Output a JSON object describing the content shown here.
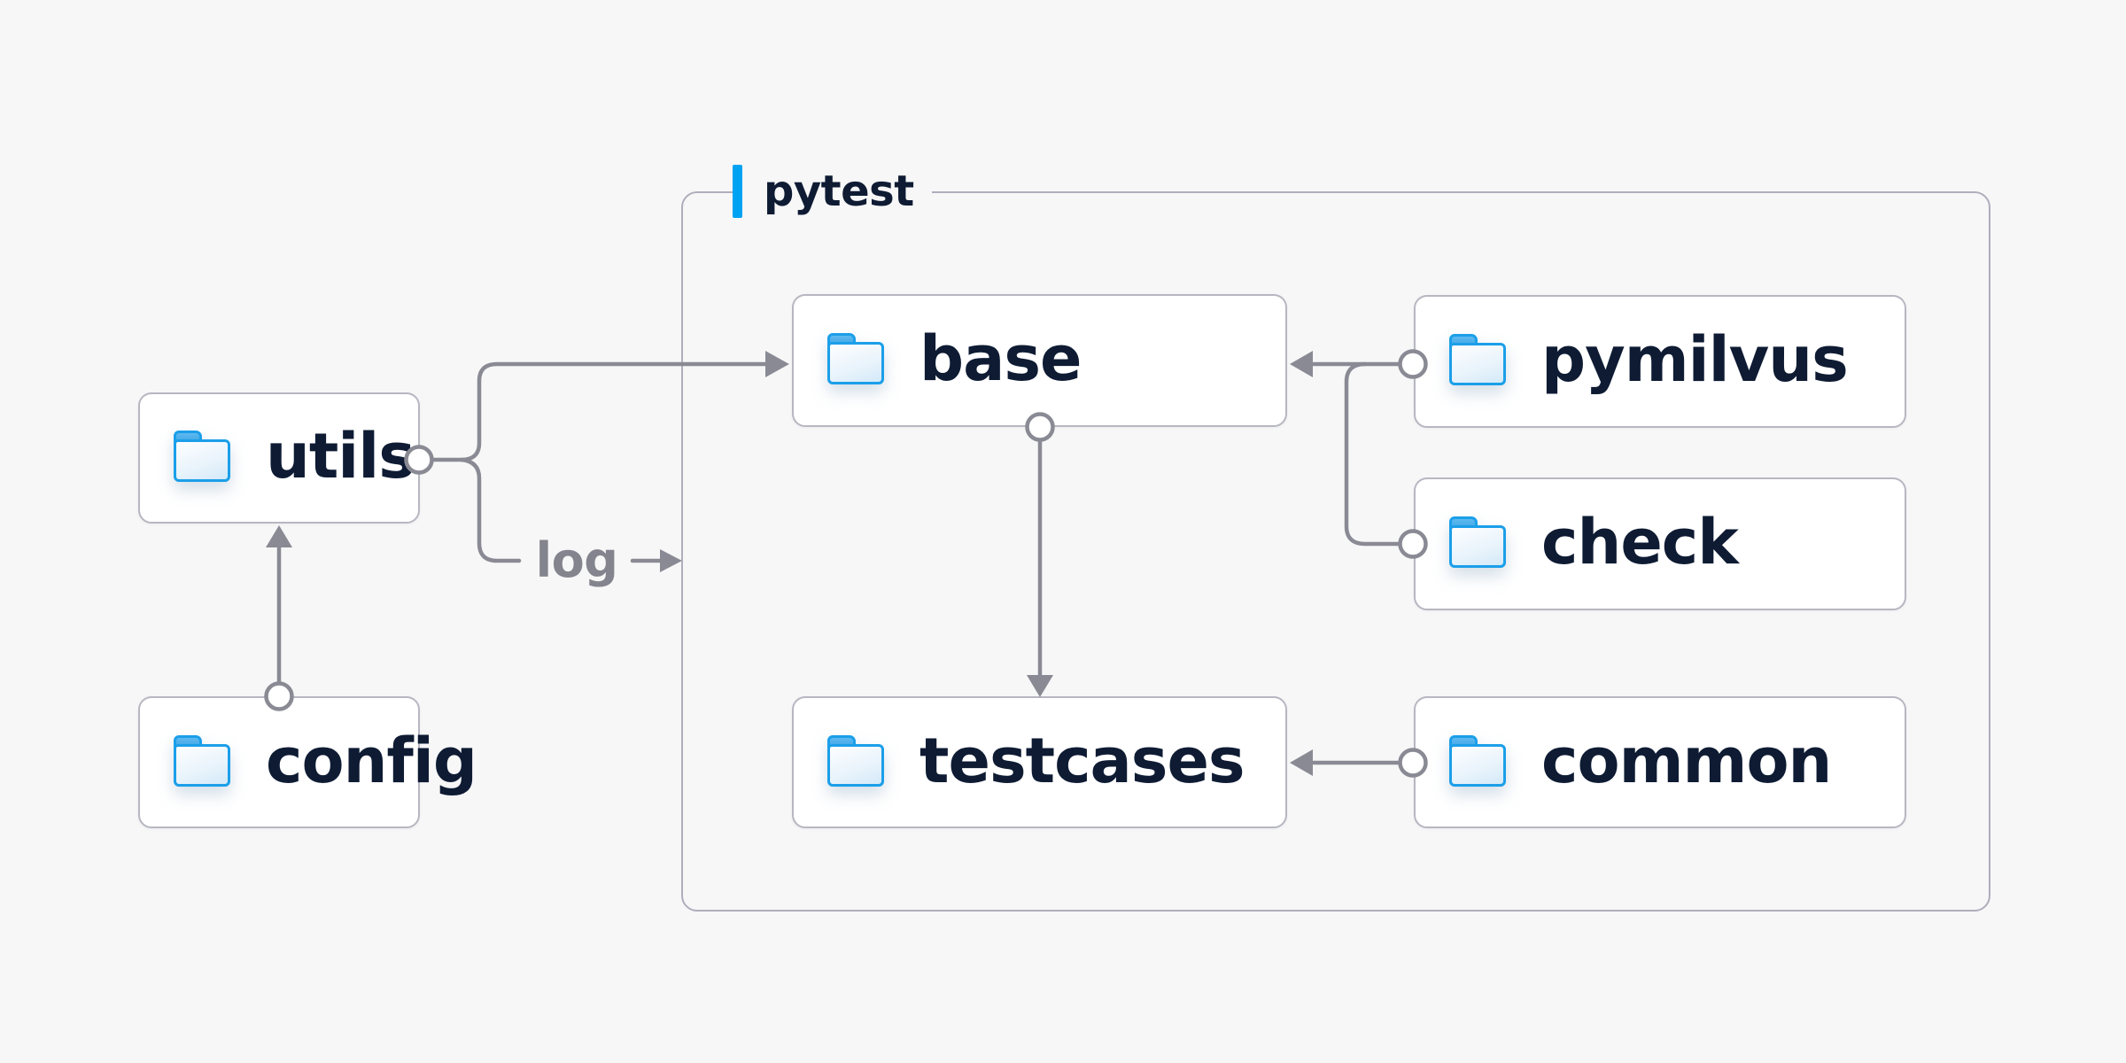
{
  "page": {
    "background_color": "#F7F7F8"
  },
  "container": {
    "label": "pytest",
    "accent_bar_color": "#00A3F3",
    "border_color": "#AEAEBC"
  },
  "nodes": {
    "utils": {
      "label": "utils",
      "icon": "folder-icon"
    },
    "config": {
      "label": "config",
      "icon": "folder-icon"
    },
    "base": {
      "label": "base",
      "icon": "folder-icon"
    },
    "pymilvus": {
      "label": "pymilvus",
      "icon": "folder-icon"
    },
    "check": {
      "label": "check",
      "icon": "folder-icon"
    },
    "testcases": {
      "label": "testcases",
      "icon": "folder-icon"
    },
    "common": {
      "label": "common",
      "icon": "folder-icon"
    }
  },
  "edges": {
    "log_label": "log",
    "line_color": "#8A8A94",
    "connections": [
      {
        "from": "config",
        "to": "utils",
        "type": "arrow"
      },
      {
        "from": "utils",
        "to": "base",
        "type": "arrow"
      },
      {
        "from": "utils",
        "to": "log",
        "type": "labeled-arrow",
        "label": "log"
      },
      {
        "from": "base",
        "to": "testcases",
        "type": "arrow"
      },
      {
        "from": "pymilvus",
        "to": "base",
        "type": "arrow"
      },
      {
        "from": "check",
        "to": "base",
        "type": "arrow"
      },
      {
        "from": "common",
        "to": "testcases",
        "type": "arrow"
      }
    ]
  },
  "colors": {
    "node_fill": "#FFFFFF",
    "node_border": "#B7B7C2",
    "node_text": "#0E1B33",
    "edge_label_text": "#84848E",
    "folder_blue": "#1B9FE9",
    "folder_fill": "#E8F3FB"
  }
}
